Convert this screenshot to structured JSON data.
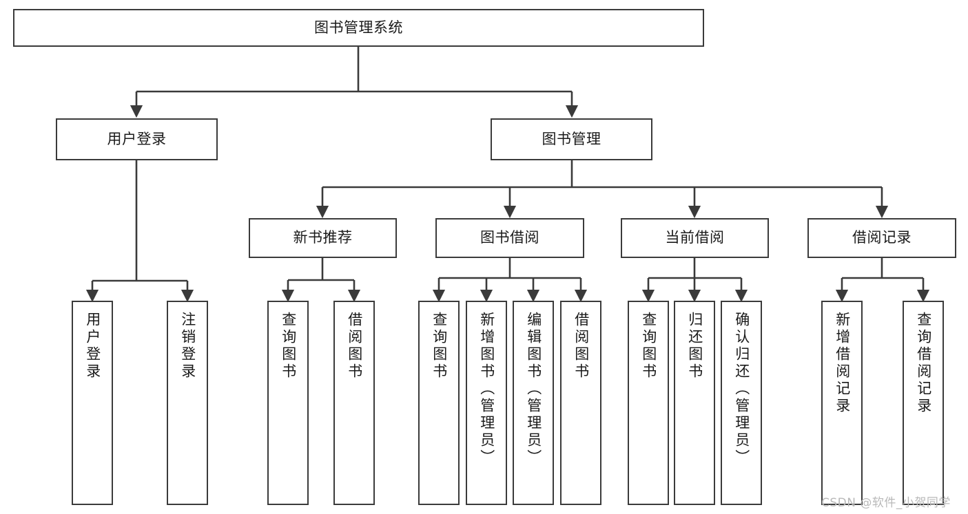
{
  "diagram": {
    "title_node": {
      "label": "图书管理系统"
    },
    "level2": [
      {
        "label": "用户登录"
      },
      {
        "label": "图书管理"
      }
    ],
    "level3": [
      {
        "label": "新书推荐"
      },
      {
        "label": "图书借阅"
      },
      {
        "label": "当前借阅"
      },
      {
        "label": "借阅记录"
      }
    ],
    "leaves": {
      "user_login": [
        {
          "label": "用户登录"
        },
        {
          "label": "注销登录"
        }
      ],
      "new_book_recommend": [
        {
          "label": "查询图书"
        },
        {
          "label": "借阅图书"
        }
      ],
      "book_borrow": [
        {
          "label": "查询图书"
        },
        {
          "label": "新增图书（管理员）"
        },
        {
          "label": "编辑图书（管理员）"
        },
        {
          "label": "借阅图书"
        }
      ],
      "current_borrow": [
        {
          "label": "查询图书"
        },
        {
          "label": "归还图书"
        },
        {
          "label": "确认归还（管理员）"
        }
      ],
      "borrow_record": [
        {
          "label": "新增借阅记录"
        },
        {
          "label": "查询借阅记录"
        }
      ]
    },
    "watermark": {
      "text": "CSDN @软件_小贺同学"
    },
    "colors": {
      "stroke": "#3a3a3a",
      "fill": "#ffffff",
      "text": "#1a1a1a",
      "watermark": "#b9b9b9"
    }
  }
}
